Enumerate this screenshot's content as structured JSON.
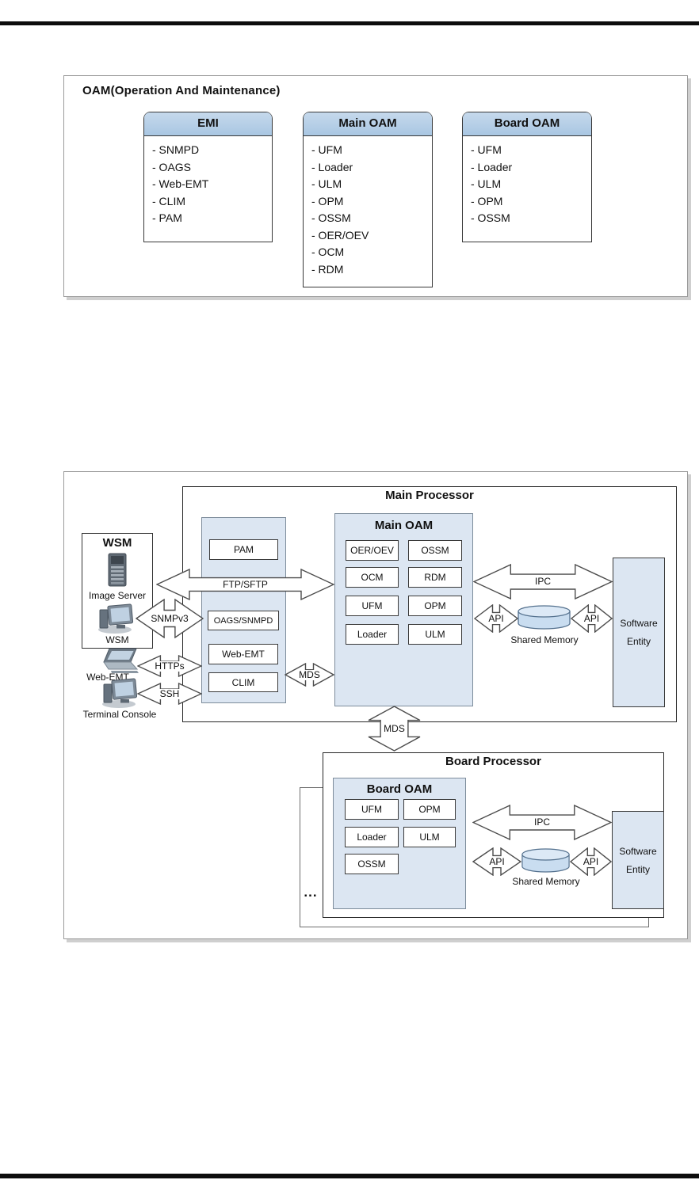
{
  "colors": {
    "header_blue": "#a9c6e2",
    "panel_blue": "#dce6f2",
    "cylinder_blue": "#c9ddf0",
    "rule_black": "#0d0d0d"
  },
  "figure1": {
    "title": "OAM(Operation And Maintenance)",
    "tables": [
      {
        "header": "EMI",
        "items": [
          "- SNMPD",
          "- OAGS",
          "- Web-EMT",
          "- CLIM",
          "- PAM"
        ]
      },
      {
        "header": "Main OAM",
        "items": [
          "- UFM",
          "- Loader",
          "- ULM",
          "- OPM",
          "- OSSM",
          "- OER/OEV",
          "- OCM",
          "- RDM"
        ]
      },
      {
        "header": "Board OAM",
        "items": [
          "- UFM",
          "- Loader",
          "- ULM",
          "- OPM",
          "- OSSM"
        ]
      }
    ]
  },
  "figure2": {
    "main_processor_title": "Main Processor",
    "board_processor_title": "Board Processor",
    "wsm": {
      "title": "WSM",
      "image_server": "Image Server",
      "wsm": "WSM"
    },
    "clients": {
      "web_emt": "Web-EMT",
      "terminal_console": "Terminal Console"
    },
    "emi_modules": [
      "PAM",
      "OAGS/SNMPD",
      "Web-EMT",
      "CLIM"
    ],
    "main_oam": {
      "title": "Main OAM",
      "modules": [
        "OER/OEV",
        "OSSM",
        "OCM",
        "RDM",
        "UFM",
        "OPM",
        "Loader",
        "ULM"
      ]
    },
    "board_oam": {
      "title": "Board OAM",
      "modules": [
        "UFM",
        "OPM",
        "Loader",
        "ULM",
        "OSSM"
      ]
    },
    "software_entity": {
      "line1": "Software",
      "line2": "Entity"
    },
    "shared_memory": "Shared Memory",
    "arrows": {
      "ftp_sftp": "FTP/SFTP",
      "snmpv3": "SNMPv3",
      "https": "HTTPs",
      "ssh": "SSH",
      "mds": "MDS",
      "ipc": "IPC",
      "api": "API"
    },
    "ellipsis": "..."
  }
}
